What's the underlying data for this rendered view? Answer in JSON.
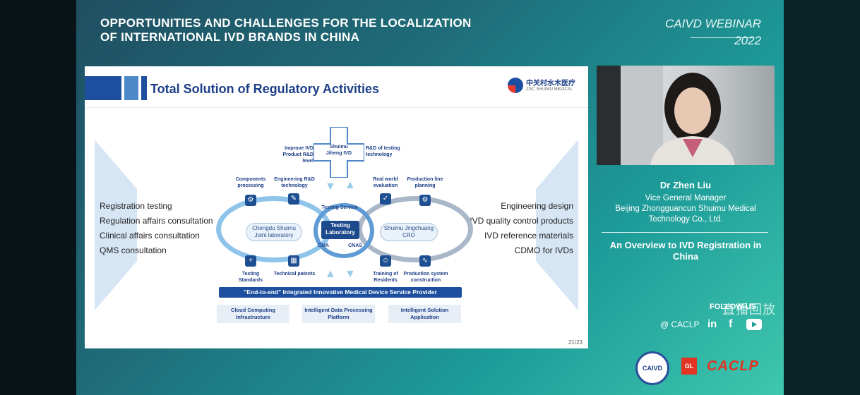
{
  "header": {
    "line1": "OPPORTUNITIES AND CHALLENGES FOR THE LOCALIZATION",
    "line2": "OF INTERNATIONAL IVD BRANDS IN CHINA",
    "event_line1": "CAIVD WEBINAR",
    "event_line2": "2022"
  },
  "slide": {
    "title": "Total Solution of Regulatory Activities",
    "logo_text": "中关村水木医疗",
    "logo_sub": "ZGC SHUIMU MEDICAL",
    "left_list": [
      "Registration testing",
      "Regulation affairs consultation",
      "Clinical affairs consultation",
      "QMS consultation"
    ],
    "right_list": [
      "Engineering design",
      "IVD quality control products",
      "IVD reference materials",
      "CDMO for IVDs"
    ],
    "cross_text": "Shuimu Jiheng IVD",
    "cross_left": "Improve IVD Product R&D level",
    "cross_right": "R&D of testing technology",
    "top_left_1": "Components processing",
    "top_left_2": "Engineering R&D technology",
    "top_right_1": "Real world evaluation",
    "top_right_2": "Production line planning",
    "left_box": "Chengdu Shuimu Joint laboratory",
    "core_box": "Testing Laboratory",
    "right_box": "Shuimu Jingchuang CRO",
    "ring_text": "Testing Service",
    "cma": "CMA",
    "cnas": "CNAS",
    "bottom_left_1": "Testing Standards",
    "bottom_left_2": "Technical patents",
    "bottom_right_1": "Training of Residents",
    "bottom_right_2": "Production system construction",
    "band": "\"End-to-end\" Integrated Innovative Medical Device Service Provider",
    "platforms": [
      "Cloud Computing Infrastructure",
      "Intelligent Data Processing Platform",
      "Intelligent Solution Application"
    ],
    "page": "21/23"
  },
  "speaker": {
    "name": "Dr Zhen Liu",
    "role_line1": "Vice General Manager",
    "role_line2": "Beijing Zhongguancun Shuimu Medical",
    "role_line3": "Technology Co., Ltd.",
    "talk_title": "An Overview to IVD Registration in China"
  },
  "social": {
    "follow": "FOLLOW US",
    "replay": "直播回放",
    "handle": "@ CACLP",
    "icons": [
      "linkedin-icon",
      "facebook-icon",
      "youtube-icon"
    ]
  },
  "footer": {
    "caivd_badge": "CAIVD",
    "gl_badge": "GL",
    "brand": "CACLP"
  }
}
